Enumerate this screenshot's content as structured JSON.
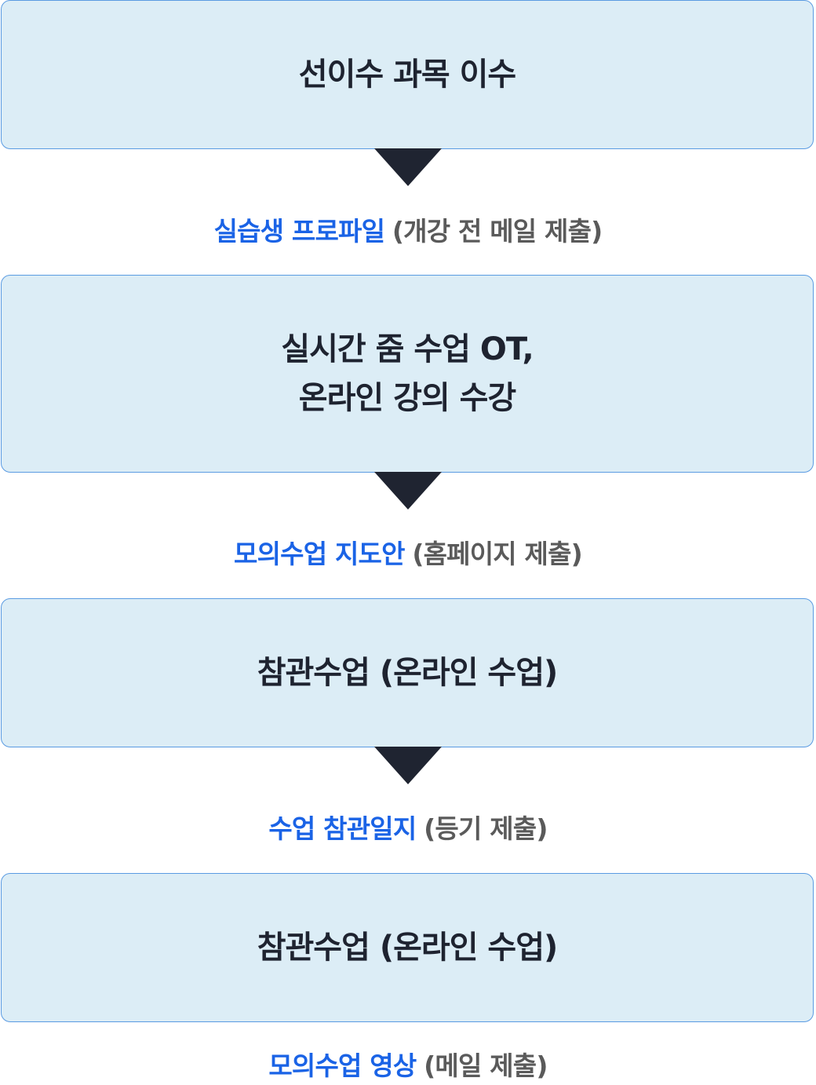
{
  "steps": [
    {
      "title": "선이수 과목 이수"
    },
    {
      "title": "실시간 줌 수업 OT,\n온라인 강의 수강"
    },
    {
      "title": "참관수업 (온라인 수업)"
    },
    {
      "title": "참관수업 (온라인 수업)"
    }
  ],
  "notes": [
    {
      "key": "실습생 프로파일",
      "detail": "(개강 전 메일 제출)"
    },
    {
      "key": "모의수업 지도안",
      "detail": "(홈페이지 제출)"
    },
    {
      "key": "수업 참관일지",
      "detail": "(등기 제출)"
    },
    {
      "key": "모의수업 영상",
      "detail": "(메일 제출)"
    }
  ],
  "colors": {
    "box_bg": "#dcedf6",
    "box_border": "#5a9be2",
    "title_text": "#1e2330",
    "arrow": "#1f2431",
    "note_key": "#1a63e6",
    "note_detail": "#5a5a5a"
  }
}
